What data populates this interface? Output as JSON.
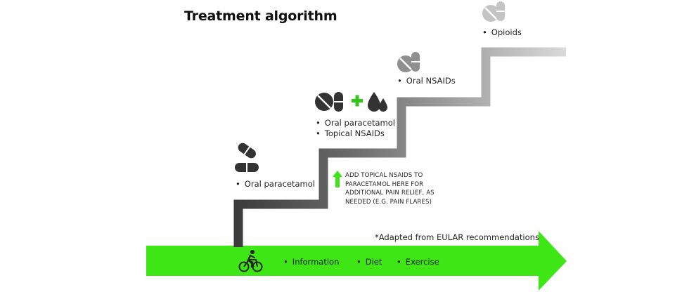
{
  "title": "Treatment algorithm",
  "steps": [
    {
      "items": [
        "Oral paracetamol"
      ],
      "icon": "pill-capsule-icon"
    },
    {
      "items": [
        "Oral paracetamol",
        "Topical NSAIDs"
      ],
      "icon": "tablet-plus-drops-icon"
    },
    {
      "items": [
        "Oral NSAIDs"
      ],
      "icon": "tablet-capsule-icon"
    },
    {
      "items": [
        "Opioids"
      ],
      "icon": "tablet-capsule-icon"
    }
  ],
  "note": {
    "lines": [
      "ADD TOPICAL NSAIDS TO",
      "PARACETAMOL HERE FOR",
      "ADDITIONAL PAIN RELIEF, AS",
      "NEEDED (E.G. PAIN FLARES)"
    ],
    "icon": "up-arrow-icon"
  },
  "footnote": "*Adapted from EULAR recommendations",
  "base": {
    "items": [
      "Information",
      "Diet",
      "Exercise"
    ],
    "icon": "cyclist-icon"
  },
  "colors": {
    "green": "#3ee615",
    "plus_green": "#35c41a",
    "stair_dark": "#3c3c3c",
    "stair_light": "#d8d8d8"
  }
}
